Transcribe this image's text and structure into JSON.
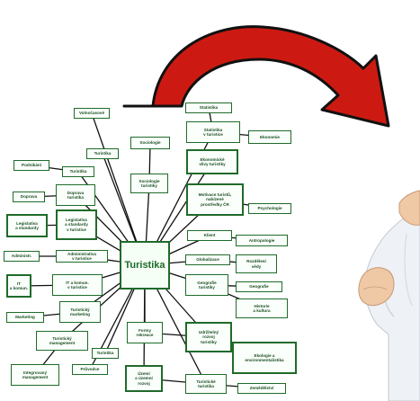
{
  "colors": {
    "arrow_fill": "#cc1a12",
    "arrow_outline": "#111111",
    "node_border": "#1f6b2a",
    "node_text": "#1a4f23",
    "line": "#111111"
  },
  "diagram": {
    "center": "Turistika",
    "nodes": [
      {
        "id": "n1",
        "label": "Volnočasové"
      },
      {
        "id": "n2",
        "label": "Statistika"
      },
      {
        "id": "n3",
        "label": "Statistika\nv turistice"
      },
      {
        "id": "n4",
        "label": "Ekonomie"
      },
      {
        "id": "n5",
        "label": "Sociologie"
      },
      {
        "id": "n6",
        "label": "Turistika"
      },
      {
        "id": "n7",
        "label": "Ekonomické\nvlivy turistiky"
      },
      {
        "id": "n8",
        "label": "Podnikání"
      },
      {
        "id": "n9",
        "label": "Turistika"
      },
      {
        "id": "n10",
        "label": "Sociologie\nturistiky"
      },
      {
        "id": "n11",
        "label": "Doprava"
      },
      {
        "id": "n12",
        "label": "Doprava\nturistika"
      },
      {
        "id": "n13",
        "label": "Motivace turistů,\nnabízené\nprostředky ČR"
      },
      {
        "id": "n14",
        "label": "Psychologie"
      },
      {
        "id": "n15",
        "label": "Legislativa\na standardy"
      },
      {
        "id": "n16",
        "label": "Legislativa\na standardy\nv turistice"
      },
      {
        "id": "n17",
        "label": "Klient"
      },
      {
        "id": "n18",
        "label": "Antropologie"
      },
      {
        "id": "n19",
        "label": "Administr."
      },
      {
        "id": "n20",
        "label": "Administrativa\nv turistice"
      },
      {
        "id": "n21",
        "label": "Globalizace"
      },
      {
        "id": "n22",
        "label": "Rozdělení\nvědy"
      },
      {
        "id": "n23",
        "label": "IT\na komun."
      },
      {
        "id": "n24",
        "label": "IT a komun.\nv turistice"
      },
      {
        "id": "n25",
        "label": "Geografie\nturistiky"
      },
      {
        "id": "n26",
        "label": "Geografie"
      },
      {
        "id": "n27",
        "label": "Historie\na kultura"
      },
      {
        "id": "n28",
        "label": "Marketing"
      },
      {
        "id": "n29",
        "label": "Turistický\nmarketing"
      },
      {
        "id": "n30",
        "label": "Formy\nrekreace"
      },
      {
        "id": "n31",
        "label": "Udržitelný\nrozvoj\nturistiky"
      },
      {
        "id": "n32",
        "label": "Turistický\nmanagement"
      },
      {
        "id": "n33",
        "label": "Turistika"
      },
      {
        "id": "n34",
        "label": "Ekologie a\nenvironmentalistika"
      },
      {
        "id": "n35",
        "label": "Integrovaný\nmanagement"
      },
      {
        "id": "n36",
        "label": "Průvodce"
      },
      {
        "id": "n37",
        "label": "Území\na územní\nrozvoj"
      },
      {
        "id": "n38",
        "label": "Turistické\nturistika"
      },
      {
        "id": "n39",
        "label": "Zemědělství"
      }
    ]
  }
}
